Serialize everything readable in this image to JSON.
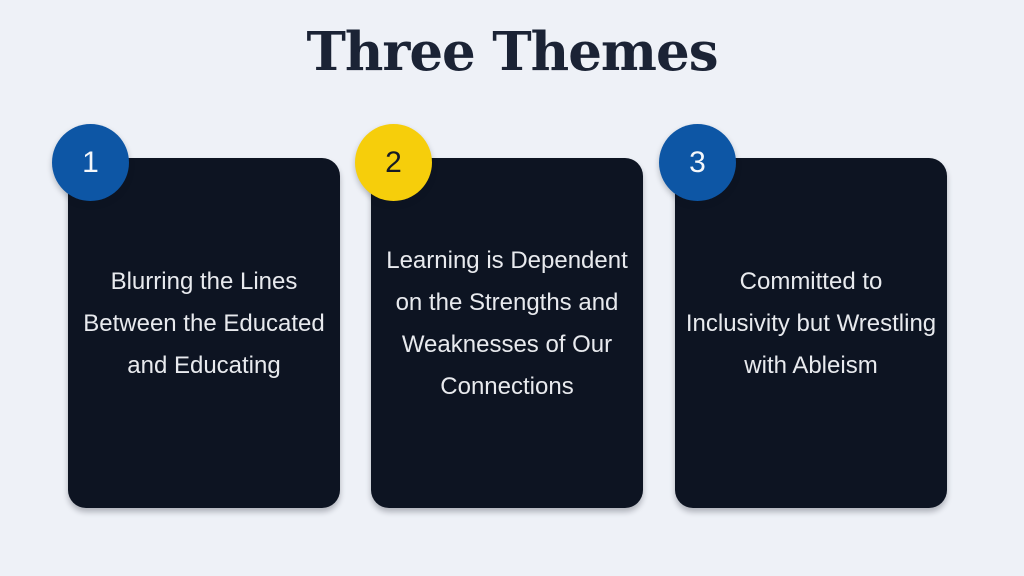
{
  "title": "Three Themes",
  "colors": {
    "background": "#eef1f7",
    "title_text": "#1b2335",
    "card_background": "#0d1422",
    "card_text": "#e8eaee",
    "badge_blue": "#0d56a5",
    "badge_yellow": "#f6ce0b",
    "badge_number_on_blue": "#f4f7fb",
    "badge_number_on_yellow": "#151a26"
  },
  "cards": [
    {
      "number": "1",
      "badge": "blue",
      "lines": [
        "Blurring the Lines",
        "Between the Educated",
        "and Educating"
      ]
    },
    {
      "number": "2",
      "badge": "yellow",
      "lines": [
        "Learning is Dependent",
        "on the Strengths and",
        "Weaknesses of Our",
        "Connections"
      ]
    },
    {
      "number": "3",
      "badge": "blue",
      "lines": [
        "Committed to",
        "Inclusivity but Wrestling",
        "with Ableism"
      ]
    }
  ]
}
